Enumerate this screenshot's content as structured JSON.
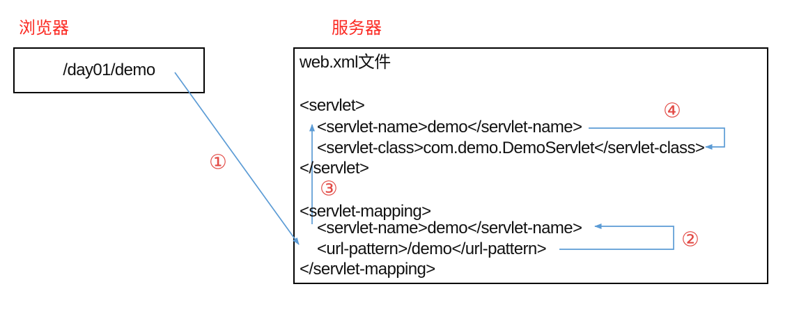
{
  "colors": {
    "arrow_blue": "#5b9bd5",
    "title_red": "#fb2a23",
    "step_red": "#e24a45",
    "box_border_black": "#000000"
  },
  "browser": {
    "title": "浏览器",
    "request_url": "/day01/demo"
  },
  "server": {
    "title": "服务器",
    "file_label": "web.xml文件",
    "servlet_open": "<servlet>",
    "servlet_name": "<servlet-name>demo</servlet-name>",
    "servlet_class": "<servlet-class>com.demo.DemoServlet</servlet-class>",
    "servlet_close": "</servlet>",
    "mapping_open": "<servlet-mapping>",
    "mapping_servlet_name": "<servlet-name>demo</servlet-name>",
    "mapping_url_pattern": "<url-pattern>/demo</url-pattern>",
    "mapping_close": "</servlet-mapping>"
  },
  "steps": {
    "s1": "①",
    "s2": "②",
    "s3": "③",
    "s4": "④"
  }
}
